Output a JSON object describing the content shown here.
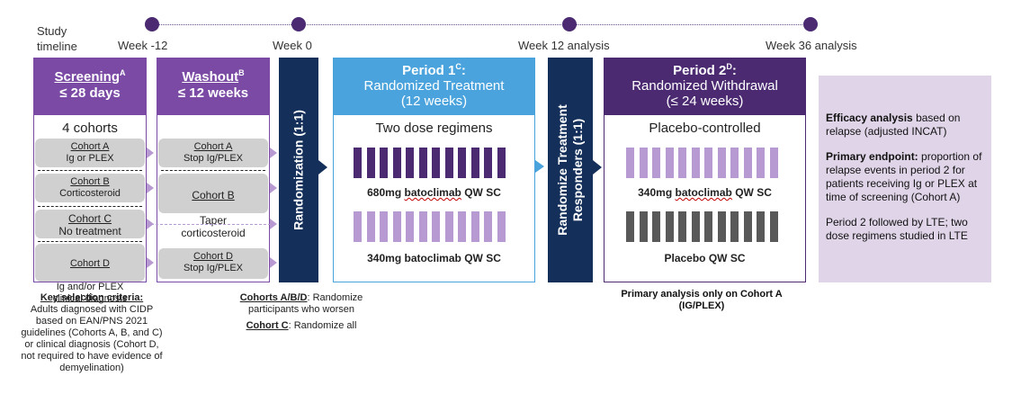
{
  "timeline": {
    "label": "Study\ntimeline",
    "points": [
      "Week -12",
      "Week 0",
      "Week 12 analysis",
      "Week 36 analysis"
    ]
  },
  "screening": {
    "title": "Screening",
    "title_sup": "A",
    "duration": "≤  28 days",
    "subtitle": "4 cohorts",
    "cohorts": [
      {
        "name": "Cohort A",
        "desc": "Ig or PLEX"
      },
      {
        "name": "Cohort B",
        "desc": "Corticosteroid"
      },
      {
        "name": "Cohort C",
        "desc": "No treatment"
      },
      {
        "name": "Cohort D",
        "desc": "Ig and/or PLEX\nclinical diagnosis"
      }
    ]
  },
  "washout": {
    "title": "Washout",
    "title_sup": "B",
    "duration": "≤ 12 weeks",
    "cohorts": [
      {
        "name": "Cohort A",
        "desc": "Stop Ig/PLEX"
      },
      {
        "name": "Cohort B",
        "desc": "Taper\ncorticosteroid"
      },
      {
        "name": "Cohort D",
        "desc": "Stop Ig/PLEX"
      }
    ]
  },
  "randomization": {
    "label": "Randomization (1:1)"
  },
  "period1": {
    "title": "Period 1",
    "title_sup": "C",
    "title_suffix": ":",
    "subtitle": "Randomized Treatment",
    "duration": "(12 weeks)",
    "regimen_heading": "Two dose regimens",
    "arms": [
      {
        "drug": "batoclimab",
        "dose": "680mg",
        "schedule": "QW SC"
      },
      {
        "drug": "batoclimab",
        "dose": "340mg",
        "schedule": "QW SC"
      }
    ]
  },
  "randomize_responders": {
    "line1": "Randomize Treatment",
    "line2": "Responders (1:1)"
  },
  "period2": {
    "title": "Period 2",
    "title_sup": "D",
    "title_suffix": ":",
    "subtitle": "Randomized Withdrawal",
    "duration": "(≤ 24 weeks)",
    "heading": "Placebo-controlled",
    "arms": [
      {
        "drug": "batoclimab",
        "dose": "340mg",
        "schedule": "QW SC"
      },
      {
        "label": "Placebo QW SC"
      }
    ]
  },
  "endpoints": {
    "efficacy_bold": "Efficacy analysis",
    "efficacy_text": " based on relapse (adjusted INCAT)",
    "primary_bold": "Primary endpoint:",
    "primary_text": " proportion of relapse events in period 2 for patients receiving Ig or PLEX at time of screening (Cohort A)",
    "lte_text": "Period 2 followed by LTE; two dose regimens studied in LTE"
  },
  "criteria": {
    "heading": "Key selection criteria:",
    "text": "Adults diagnosed with CIDP based on EAN/PNS 2021 guidelines (Cohorts A, B, and C) or clinical diagnosis (Cohort D, not required to have evidence of demyelination)"
  },
  "cohort_notes": {
    "abd_bold": "Cohorts A/B/D",
    "abd_text": ": Randomize participants who worsen",
    "c_bold": "Cohort C",
    "c_text": ": Randomize all"
  },
  "primary_analysis": "Primary analysis only on Cohort A (IG/PLEX)",
  "colors": {
    "dark_purple": "#4b2a72",
    "purple": "#7a4aa4",
    "light_purple": "#b89ad2",
    "blue": "#4aa3dc",
    "navy": "#14305a",
    "lavender": "#e0d5e8",
    "grey": "#595959"
  }
}
